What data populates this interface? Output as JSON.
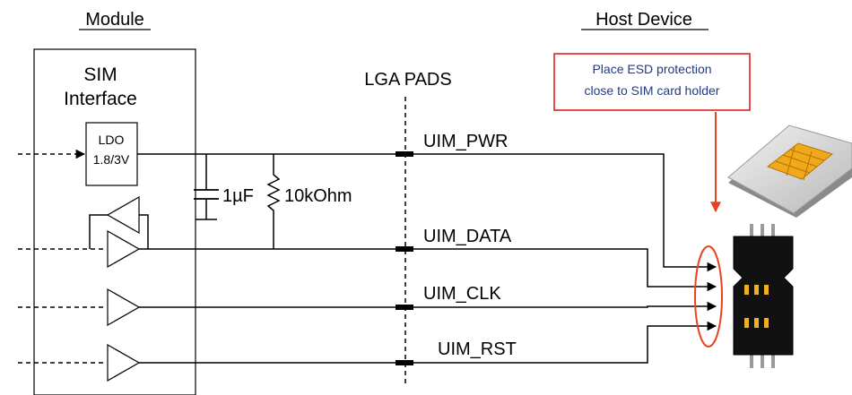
{
  "headers": {
    "module": "Module",
    "host": "Host Device"
  },
  "module_block": {
    "title_line1": "SIM",
    "title_line2": "Interface",
    "ldo_line1": "LDO",
    "ldo_line2": "1.8/3V"
  },
  "pads_label": "LGA PADS",
  "signals": {
    "pwr": "UIM_PWR",
    "data": "UIM_DATA",
    "clk": "UIM_CLK",
    "rst": "UIM_RST"
  },
  "components": {
    "capacitor": "1µF",
    "resistor": "10kOhm"
  },
  "esd_note": {
    "line1": "Place ESD protection",
    "line2": "close to SIM card holder"
  },
  "colors": {
    "esd_accent": "#e8421f",
    "note_border": "#e02020",
    "note_text": "#1f3a8a",
    "sim_contact": "#f2a81d",
    "holder_contact": "#f0b020"
  }
}
